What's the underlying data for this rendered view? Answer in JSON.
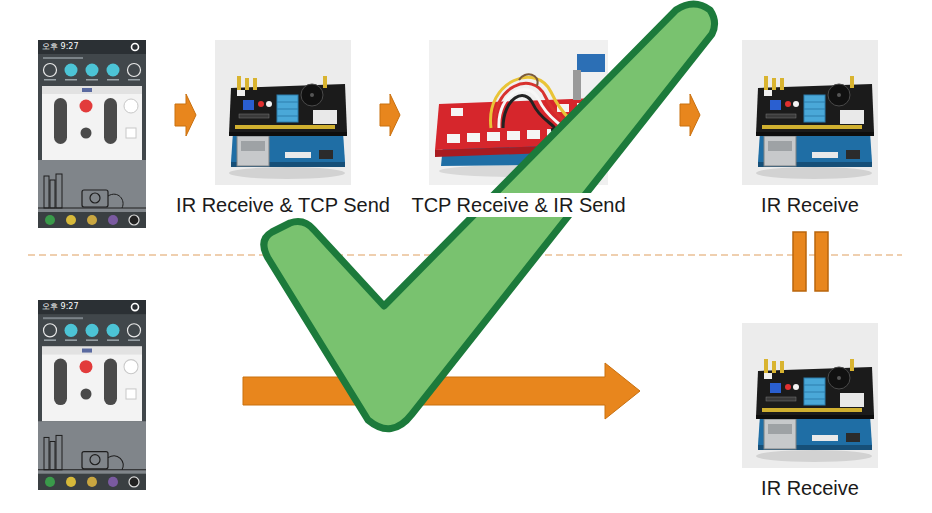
{
  "diagram": {
    "nodes": [
      {
        "text": [
          "오후 9:27"
        ]
      },
      {
        "text": [
          "IR Receive & TCP Send"
        ]
      },
      {
        "text": [
          "TCP Receive & IR Send"
        ]
      },
      {
        "text": [
          "IR Receive"
        ]
      },
      {
        "text": [
          "오후 9:27"
        ]
      },
      {
        "text": [
          "IR Receive"
        ]
      }
    ],
    "edges": [
      {
        "from": 0,
        "to": 1,
        "arrow": "to"
      },
      {
        "from": 1,
        "to": 2,
        "arrow": "to"
      },
      {
        "from": 2,
        "to": 3,
        "arrow": "to"
      },
      {
        "from": 4,
        "to": 5,
        "arrow": "to"
      }
    ]
  }
}
